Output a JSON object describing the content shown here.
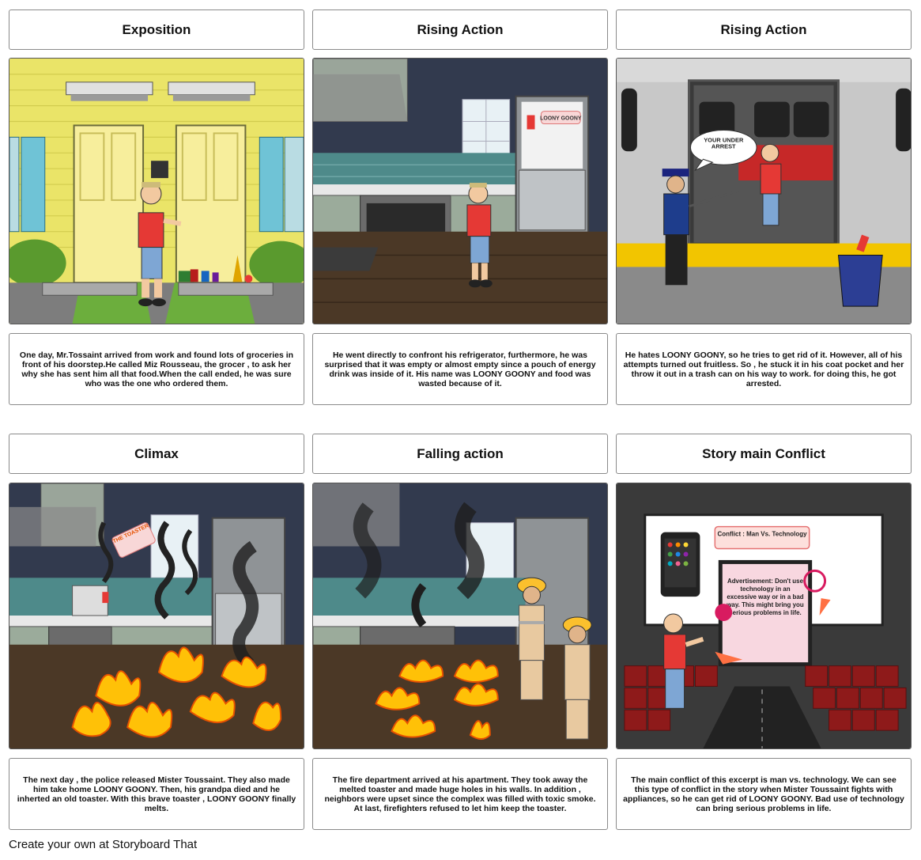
{
  "panels": [
    {
      "title": "Exposition",
      "text": "One day, Mr.Tossaint arrived from work and found lots of groceries in front of his doorstep.He called Miz Rousseau, the grocer , to ask her why she has sent him all that food.When the call ended, he was sure who was the one who ordered them."
    },
    {
      "title": "Rising Action",
      "text": "He went directly to confront his refrigerator, furthermore, he was surprised that it was empty or almost empty since a pouch of energy drink was inside of it. His name was LOONY GOONY and food was wasted because of it."
    },
    {
      "title": "Rising Action",
      "text": "He hates LOONY GOONY, so he tries to get rid of it. However, all of his attempts turned out fruitless. So , he stuck it in his coat pocket and her throw it out in a trash can on his way to work. for doing this, he got arrested."
    },
    {
      "title": "Climax",
      "text": "The next day , the police released Mister Toussaint. They also made him take home LOONY GOONY. Then, his grandpa died and he inherted an old toaster. With this brave toaster , LOONY GOONY finally melts."
    },
    {
      "title": "Falling action",
      "text": "The fire department arrived at his apartment. They took away the melted toaster and made huge holes in his walls. In addition , neighbors were upset since the complex was filled with toxic smoke. At last, firefighters refused to let him keep the toaster."
    },
    {
      "title": "Story main Conflict",
      "text": "The main conflict of this excerpt is man vs. technology. We can see this type of conflict in the story when Mister Toussaint fights with appliances, so he can get rid of LOONY GOONY. Bad use of technology can bring serious problems in life."
    }
  ],
  "scene_labels": {
    "fridge_can": "LOONY GOONY",
    "speech": "YOUR UNDER ARREST",
    "toaster_tag": "THE TOASTER",
    "conflict_sign": "Conflict : Man Vs. Technology",
    "ad_board": "Advertisement: Don't use technology in an excessive way or in a bad way. This might bring you serious problems in life."
  },
  "footer": "Create your own at Storyboard That"
}
